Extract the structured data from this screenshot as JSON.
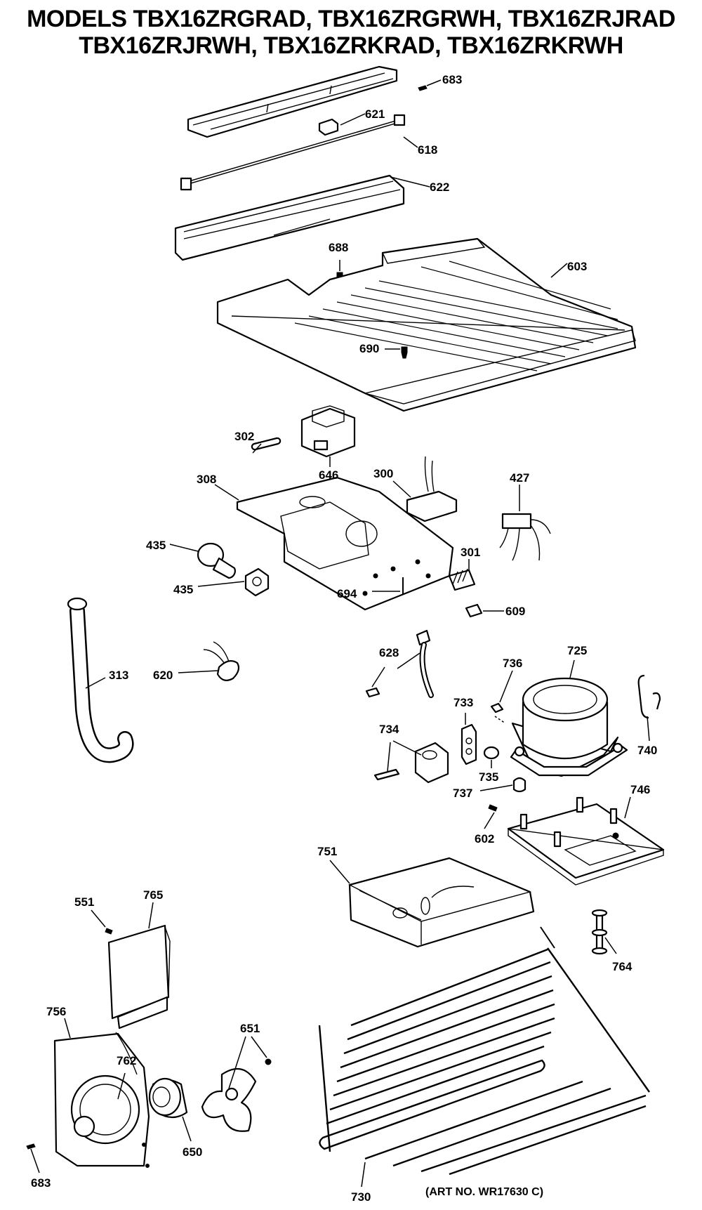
{
  "title": {
    "line1": "MODELS TBX16ZRGRAD, TBX16ZRGRWH, TBX16ZRJRAD",
    "line2": "TBX16ZRJRWH, TBX16ZRKRAD, TBX16ZRKRWH"
  },
  "art_number": "(ART NO. WR17630 C)",
  "parts": {
    "p683a": "683",
    "p621": "621",
    "p618": "618",
    "p622": "622",
    "p688": "688",
    "p603": "603",
    "p690": "690",
    "p302": "302",
    "p646": "646",
    "p308": "308",
    "p300": "300",
    "p427": "427",
    "p435a": "435",
    "p435b": "435",
    "p301": "301",
    "p694": "694",
    "p609": "609",
    "p313": "313",
    "p620": "620",
    "p628": "628",
    "p736": "736",
    "p725": "725",
    "p733": "733",
    "p740": "740",
    "p734": "734",
    "p735": "735",
    "p737": "737",
    "p746": "746",
    "p751": "751",
    "p602": "602",
    "p551": "551",
    "p765": "765",
    "p764": "764",
    "p756": "756",
    "p651": "651",
    "p762": "762",
    "p650": "650",
    "p730": "730",
    "p683b": "683"
  }
}
